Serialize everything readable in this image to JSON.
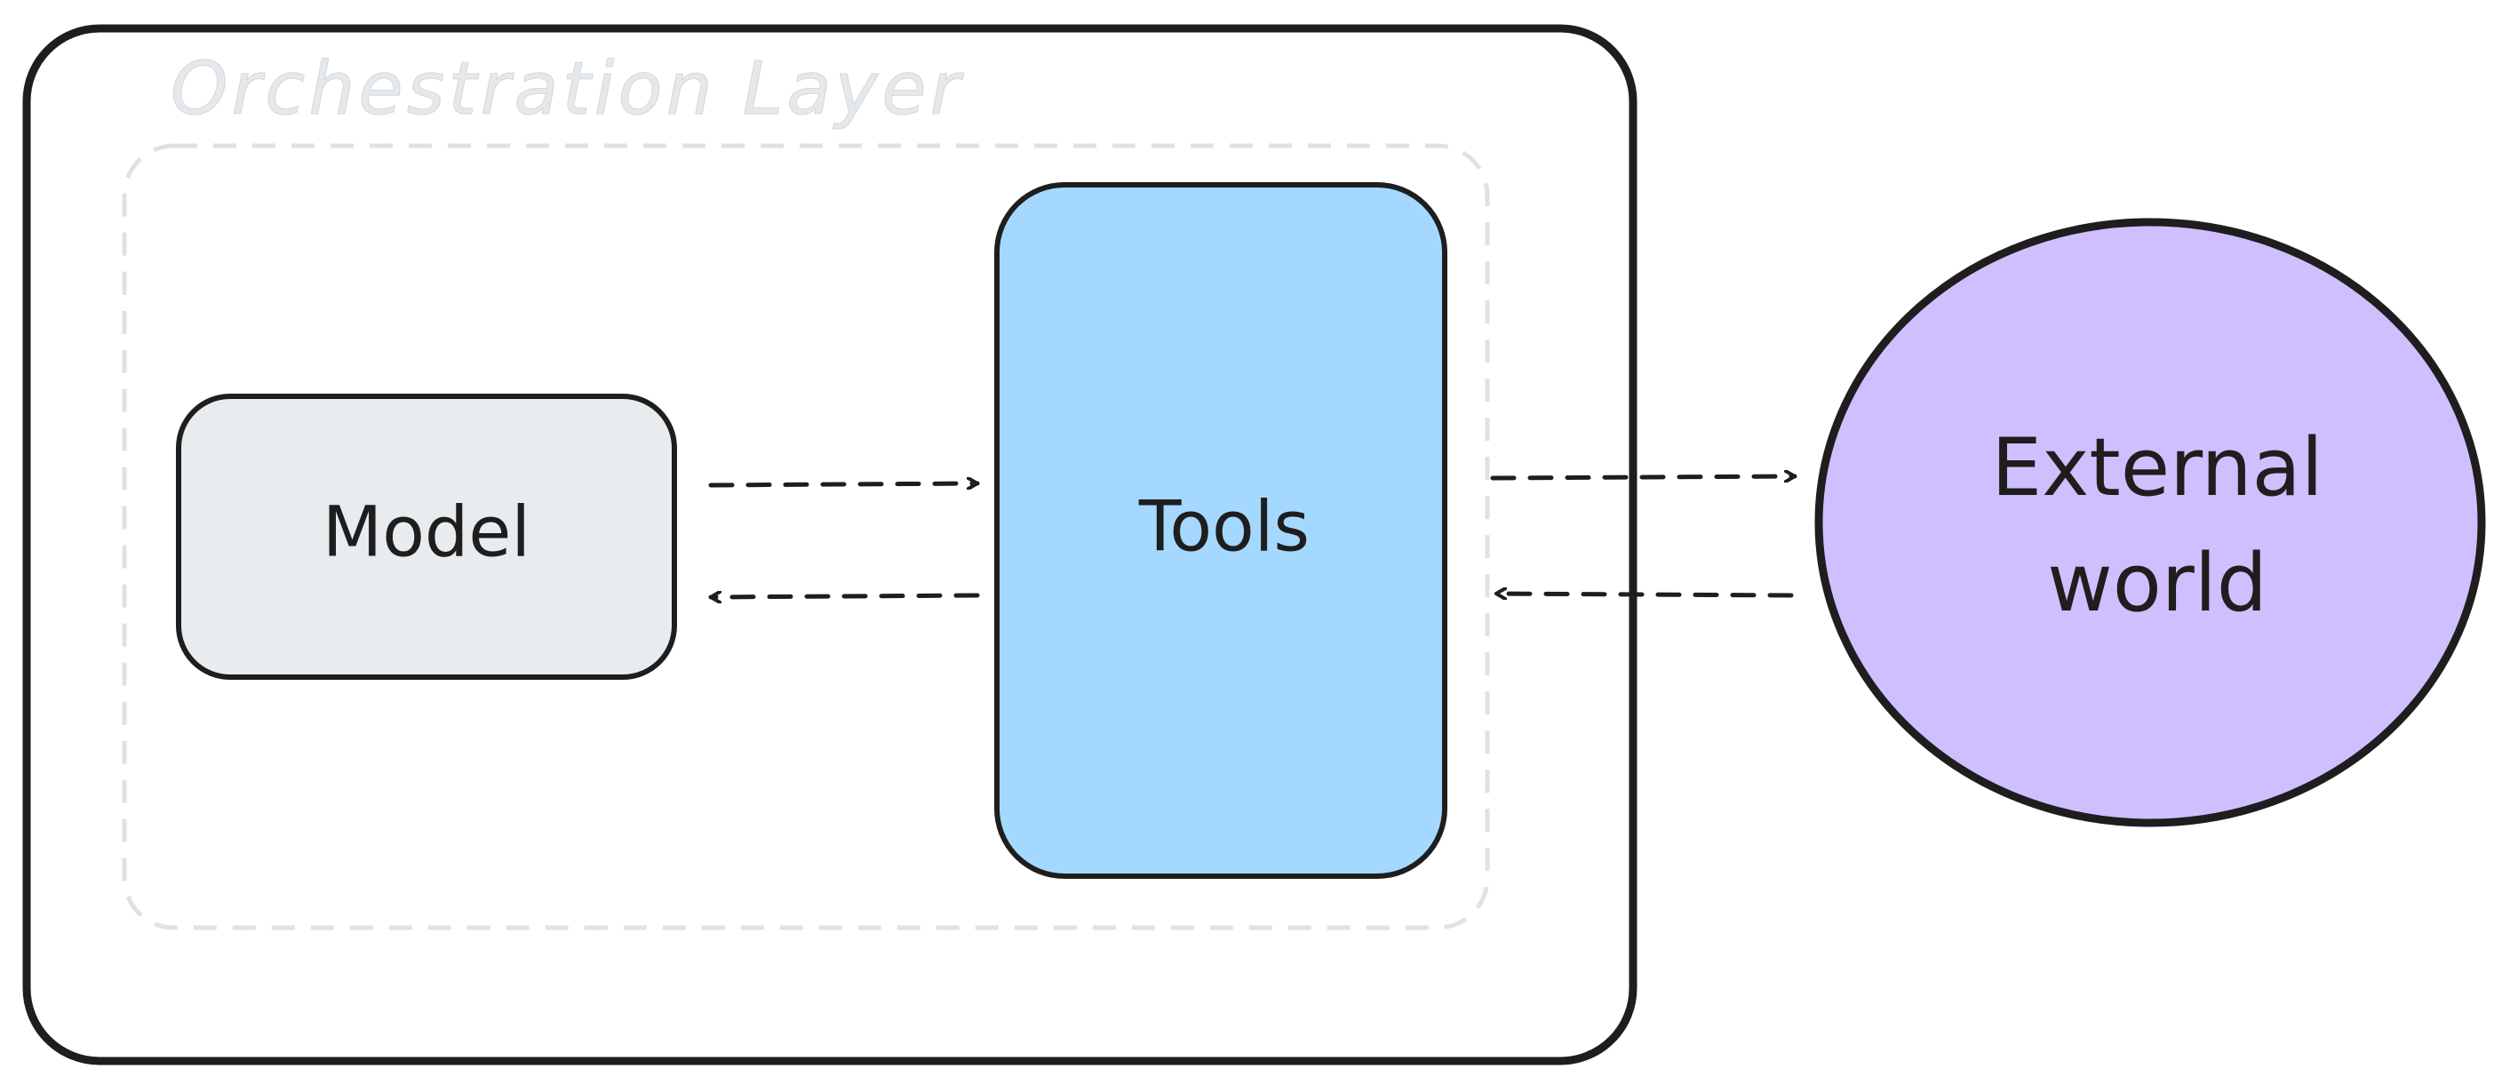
{
  "layer": {
    "title": "Orchestration Layer"
  },
  "nodes": {
    "model": {
      "label": "Model",
      "fill": "#e8ecef"
    },
    "tools": {
      "label": "Tools",
      "fill": "#a5d8ff"
    },
    "external": {
      "label_line1": "External",
      "label_line2": "world",
      "fill": "#d0bfff"
    }
  },
  "edges": [
    {
      "from": "Model",
      "to": "Tools",
      "style": "dashed"
    },
    {
      "from": "Tools",
      "to": "Model",
      "style": "dashed"
    },
    {
      "from": "Tools",
      "to": "External world",
      "style": "dashed"
    },
    {
      "from": "External world",
      "to": "Tools",
      "style": "dashed"
    }
  ],
  "colors": {
    "stroke": "#1e1e1e",
    "inner_group_stroke": "#dee2e6",
    "title_fill": "#e9ecef"
  }
}
